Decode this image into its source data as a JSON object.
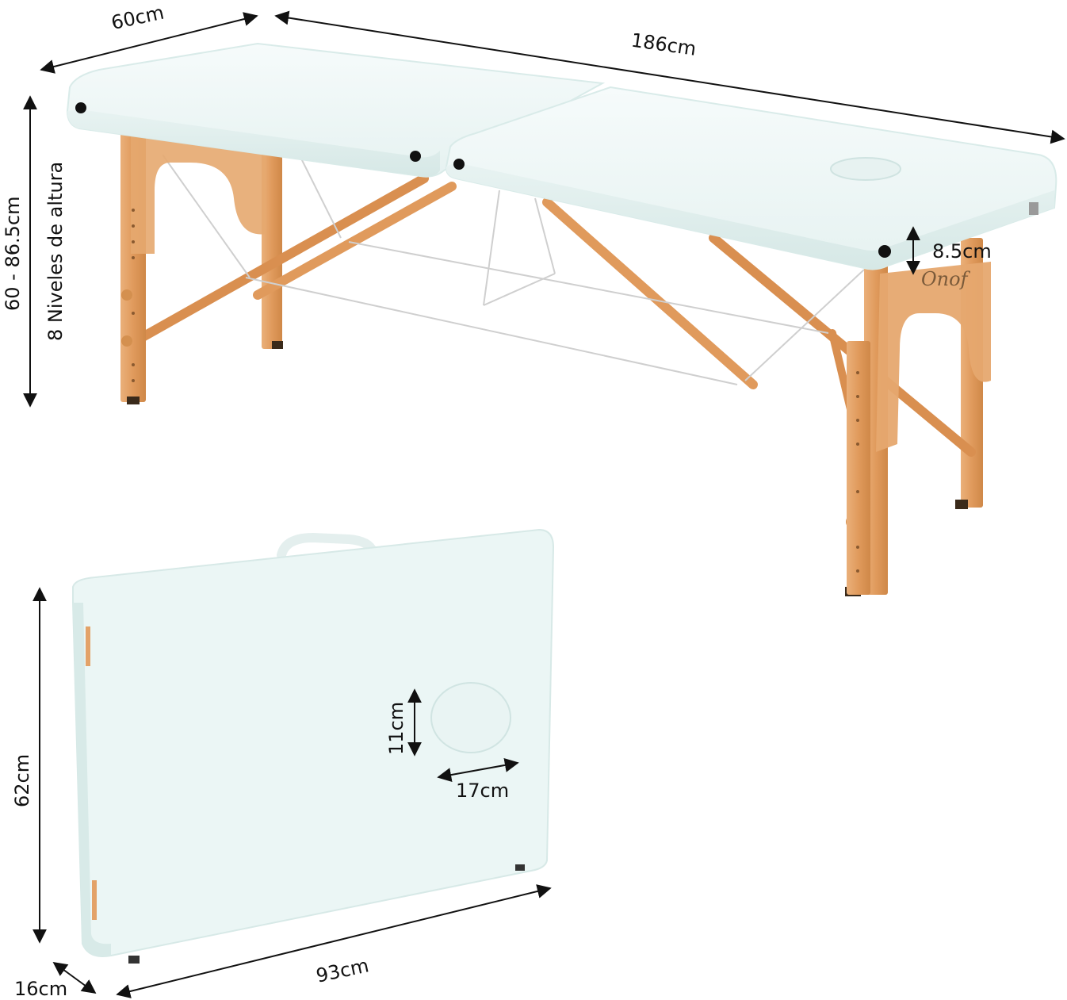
{
  "brand": {
    "logo_text": "Onof"
  },
  "dimensions": {
    "width_open": "60cm",
    "length_open": "186cm",
    "height_range": "60 - 86.5cm",
    "height_levels": "8 Niveles de altura",
    "padding_thickness": "8.5cm",
    "face_hole_height": "11cm",
    "face_hole_width": "17cm",
    "folded_height": "62cm",
    "folded_length": "93cm",
    "folded_depth": "16cm"
  },
  "colors": {
    "upholstery": "#eef7f6",
    "upholstery_edge": "#d9ebe9",
    "wood": "#e3a268",
    "wood_dark": "#c98649",
    "arrow": "#111111",
    "cable": "#cfcfcf"
  }
}
